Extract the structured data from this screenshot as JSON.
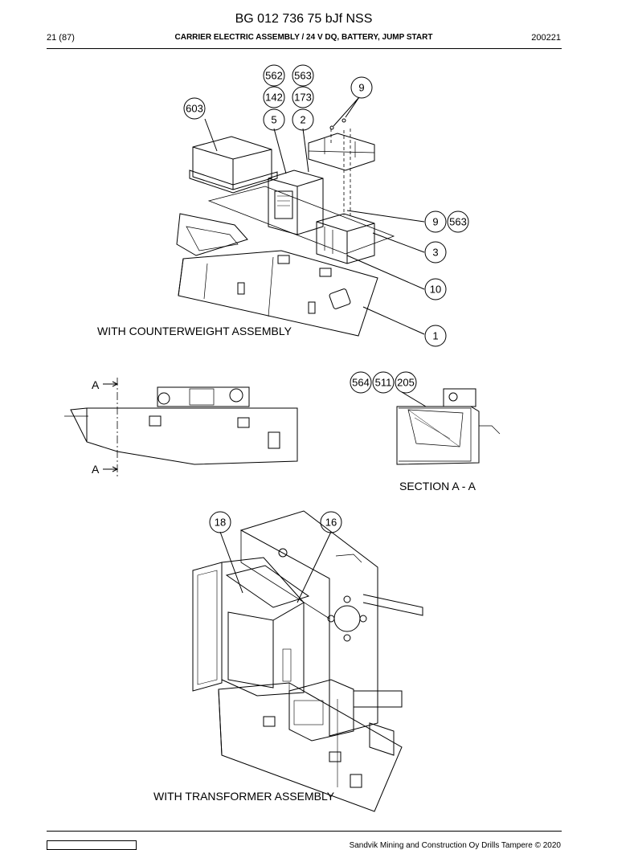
{
  "header": {
    "doc_title": "BG 012 736 75 bJf NSS",
    "page": "21 (87)",
    "sheet_title": "CARRIER ELECTRIC ASSEMBLY / 24 V DQ, BATTERY, JUMP START",
    "date": "200221"
  },
  "labels": {
    "counterweight": "WITH COUNTERWEIGHT ASSEMBLY",
    "section": "SECTION A - A",
    "transformer": "WITH TRANSFORMER ASSEMBLY",
    "section_mark_top": "A",
    "section_mark_bottom": "A"
  },
  "callouts": {
    "c562": "562",
    "c563a": "563",
    "c142": "142",
    "c173": "173",
    "c5": "5",
    "c2": "2",
    "c603": "603",
    "c9a": "9",
    "c9b": "9",
    "c563b": "563",
    "c3": "3",
    "c10": "10",
    "c1": "1",
    "c564": "564",
    "c511": "511",
    "c205": "205",
    "c18": "18",
    "c16": "16"
  },
  "footer": {
    "copyright": "Sandvik Mining and Construction Oy Drills Tampere © 2020"
  }
}
